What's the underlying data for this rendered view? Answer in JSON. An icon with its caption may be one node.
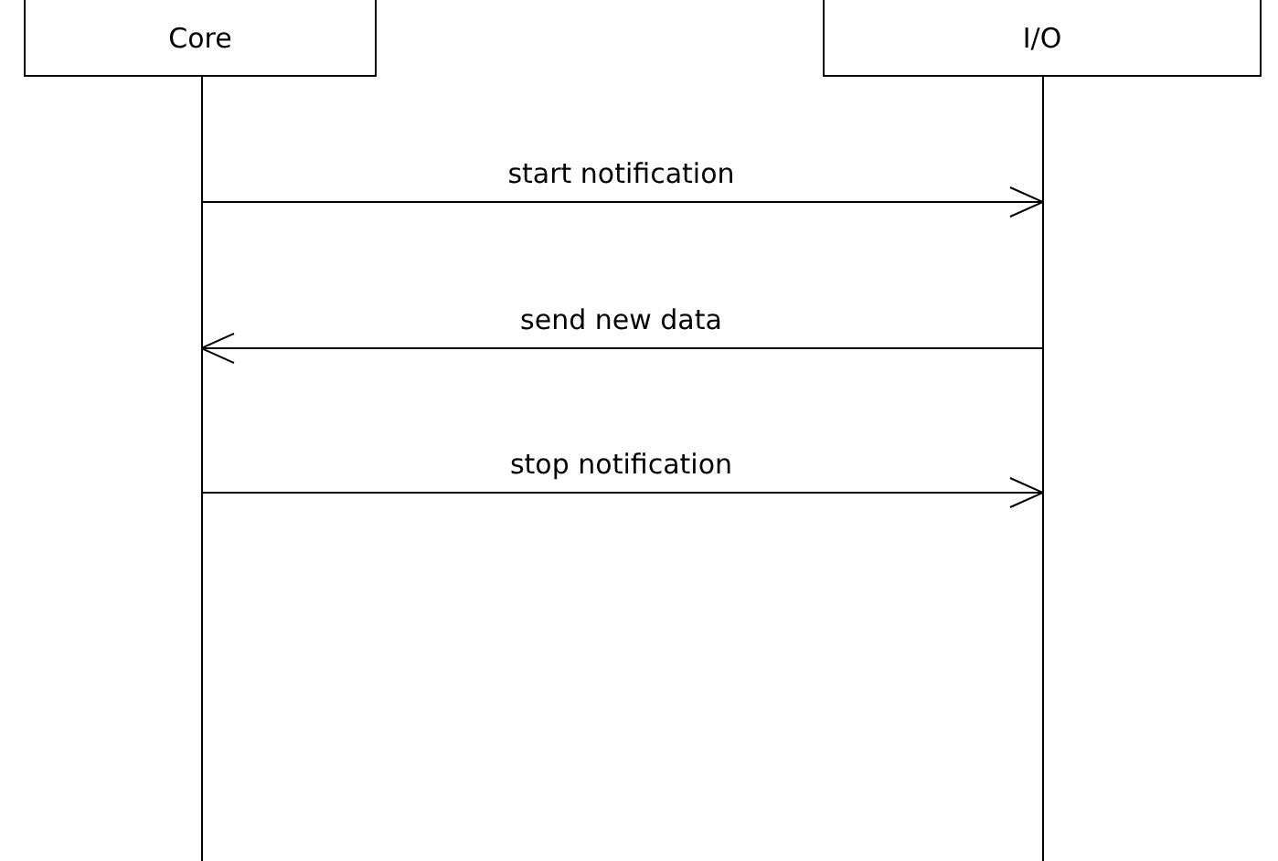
{
  "diagram": {
    "nodes": [
      {
        "text": [
          "Core"
        ]
      },
      {
        "text": [
          "I/O"
        ]
      }
    ],
    "edges": [
      {
        "from": 0,
        "to": 1,
        "arrow": "to",
        "label": "start notification"
      },
      {
        "from": 1,
        "to": 0,
        "arrow": "to",
        "label": "send new data"
      },
      {
        "from": 0,
        "to": 1,
        "arrow": "to",
        "label": "stop notification"
      }
    ]
  }
}
